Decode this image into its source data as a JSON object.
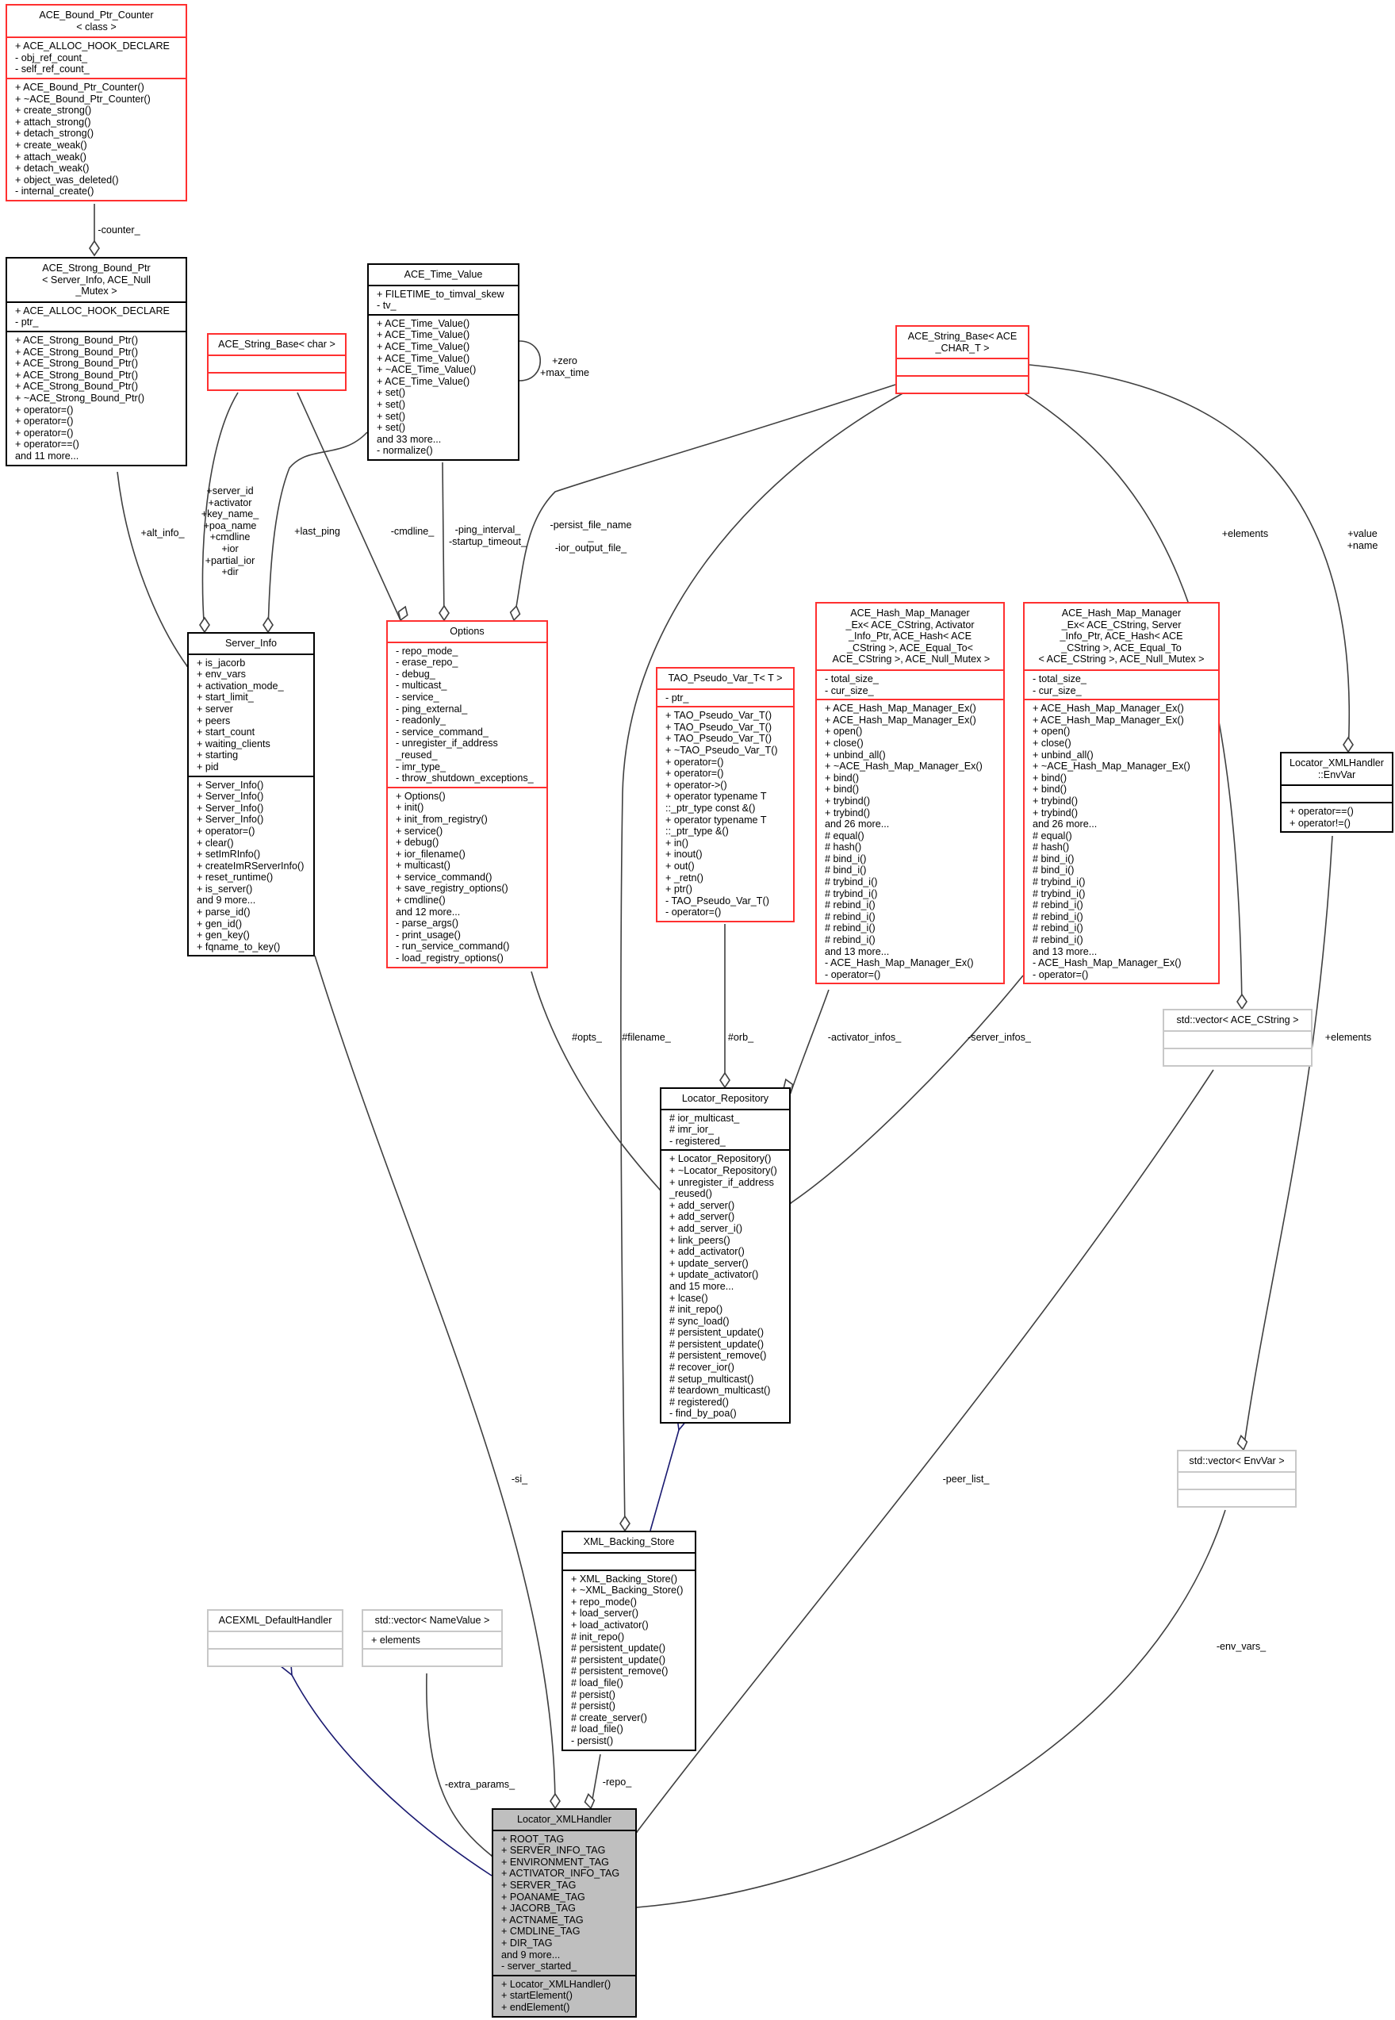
{
  "boxes": {
    "bound_ptr_counter": {
      "title": [
        "ACE_Bound_Ptr_Counter",
        "< class >"
      ],
      "style": "red",
      "attributes": [
        "+ ACE_ALLOC_HOOK_DECLARE",
        "- obj_ref_count_",
        "- self_ref_count_"
      ],
      "methods": [
        "+ ACE_Bound_Ptr_Counter()",
        "+ ~ACE_Bound_Ptr_Counter()",
        "+ create_strong()",
        "+ attach_strong()",
        "+ detach_strong()",
        "+ create_weak()",
        "+ attach_weak()",
        "+ detach_weak()",
        "+ object_was_deleted()",
        "- internal_create()"
      ]
    },
    "strong_bound_ptr": {
      "title": [
        "ACE_Strong_Bound_Ptr",
        "< Server_Info, ACE_Null",
        "_Mutex >"
      ],
      "style": "black",
      "attributes": [
        "+ ACE_ALLOC_HOOK_DECLARE",
        "- ptr_"
      ],
      "methods": [
        "+ ACE_Strong_Bound_Ptr()",
        "+ ACE_Strong_Bound_Ptr()",
        "+ ACE_Strong_Bound_Ptr()",
        "+ ACE_Strong_Bound_Ptr()",
        "+ ACE_Strong_Bound_Ptr()",
        "+ ~ACE_Strong_Bound_Ptr()",
        "+ operator=()",
        "+ operator=()",
        "+ operator=()",
        "+ operator==()",
        "and 11 more..."
      ]
    },
    "string_base_char": {
      "title": [
        "ACE_String_Base< char >"
      ],
      "style": "red",
      "attributes": [],
      "methods": []
    },
    "time_value": {
      "title": [
        "ACE_Time_Value"
      ],
      "style": "black",
      "attributes": [
        "+ FILETIME_to_timval_skew",
        "- tv_"
      ],
      "methods": [
        "+ ACE_Time_Value()",
        "+ ACE_Time_Value()",
        "+ ACE_Time_Value()",
        "+ ACE_Time_Value()",
        "+ ~ACE_Time_Value()",
        "+ ACE_Time_Value()",
        "+ set()",
        "+ set()",
        "+ set()",
        "+ set()",
        "and 33 more...",
        "- normalize()"
      ]
    },
    "string_base_ace_char": {
      "title": [
        "ACE_String_Base< ACE",
        "_CHAR_T >"
      ],
      "style": "red",
      "attributes": [],
      "methods": []
    },
    "server_info": {
      "title": [
        "Server_Info"
      ],
      "style": "black",
      "attributes": [
        "+ is_jacorb",
        "+ env_vars",
        "+ activation_mode_",
        "+ start_limit_",
        "+ server",
        "+ peers",
        "+ start_count",
        "+ waiting_clients",
        "+ starting",
        "+ pid"
      ],
      "methods": [
        "+ Server_Info()",
        "+ Server_Info()",
        "+ Server_Info()",
        "+ Server_Info()",
        "+ operator=()",
        "+ clear()",
        "+ setImRInfo()",
        "+ createImRServerInfo()",
        "+ reset_runtime()",
        "+ is_server()",
        "and 9 more...",
        "+ parse_id()",
        "+ gen_id()",
        "+ gen_key()",
        "+ fqname_to_key()"
      ]
    },
    "options": {
      "title": [
        "Options"
      ],
      "style": "red",
      "attributes": [
        "- repo_mode_",
        "- erase_repo_",
        "- debug_",
        "- multicast_",
        "- service_",
        "- ping_external_",
        "- readonly_",
        "- service_command_",
        "- unregister_if_address",
        "_reused_",
        "- imr_type_",
        "- throw_shutdown_exceptions_"
      ],
      "methods": [
        "+ Options()",
        "+ init()",
        "+ init_from_registry()",
        "+ service()",
        "+ debug()",
        "+ ior_filename()",
        "+ multicast()",
        "+ service_command()",
        "+ save_registry_options()",
        "+ cmdline()",
        "and 12 more...",
        "- parse_args()",
        "- print_usage()",
        "- run_service_command()",
        "- load_registry_options()"
      ]
    },
    "tao_pseudo_var": {
      "title": [
        "TAO_Pseudo_Var_T< T >"
      ],
      "style": "red",
      "attributes": [
        "- ptr_"
      ],
      "methods": [
        "+ TAO_Pseudo_Var_T()",
        "+ TAO_Pseudo_Var_T()",
        "+ TAO_Pseudo_Var_T()",
        "+ ~TAO_Pseudo_Var_T()",
        "+ operator=()",
        "+ operator=()",
        "+ operator->()",
        "+ operator typename T",
        "::_ptr_type const &()",
        "+ operator typename T",
        "::_ptr_type &()",
        "+ in()",
        "+ inout()",
        "+ out()",
        "+ _retn()",
        "+ ptr()",
        "- TAO_Pseudo_Var_T()",
        "- operator=()"
      ]
    },
    "hash_map_activator": {
      "title": [
        "ACE_Hash_Map_Manager",
        "_Ex< ACE_CString, Activator",
        "_Info_Ptr, ACE_Hash< ACE",
        "_CString >, ACE_Equal_To<",
        " ACE_CString >, ACE_Null_Mutex >"
      ],
      "style": "red",
      "attributes": [
        "- total_size_",
        "- cur_size_"
      ],
      "methods": [
        "+ ACE_Hash_Map_Manager_Ex()",
        "+ ACE_Hash_Map_Manager_Ex()",
        "+ open()",
        "+ close()",
        "+ unbind_all()",
        "+ ~ACE_Hash_Map_Manager_Ex()",
        "+ bind()",
        "+ bind()",
        "+ trybind()",
        "+ trybind()",
        "and 26 more...",
        "# equal()",
        "# hash()",
        "# bind_i()",
        "# bind_i()",
        "# trybind_i()",
        "# trybind_i()",
        "# rebind_i()",
        "# rebind_i()",
        "# rebind_i()",
        "# rebind_i()",
        "and 13 more...",
        "- ACE_Hash_Map_Manager_Ex()",
        "- operator=()"
      ]
    },
    "hash_map_server": {
      "title": [
        "ACE_Hash_Map_Manager",
        "_Ex< ACE_CString, Server",
        "_Info_Ptr, ACE_Hash< ACE",
        "_CString >, ACE_Equal_To",
        "< ACE_CString >, ACE_Null_Mutex >"
      ],
      "style": "red",
      "attributes": [
        "- total_size_",
        "- cur_size_"
      ],
      "methods": [
        "+ ACE_Hash_Map_Manager_Ex()",
        "+ ACE_Hash_Map_Manager_Ex()",
        "+ open()",
        "+ close()",
        "+ unbind_all()",
        "+ ~ACE_Hash_Map_Manager_Ex()",
        "+ bind()",
        "+ bind()",
        "+ trybind()",
        "+ trybind()",
        "and 26 more...",
        "# equal()",
        "# hash()",
        "# bind_i()",
        "# bind_i()",
        "# trybind_i()",
        "# trybind_i()",
        "# rebind_i()",
        "# rebind_i()",
        "# rebind_i()",
        "# rebind_i()",
        "and 13 more...",
        "- ACE_Hash_Map_Manager_Ex()",
        "- operator=()"
      ]
    },
    "env_var": {
      "title": [
        "Locator_XMLHandler",
        "::EnvVar"
      ],
      "style": "black",
      "attributes": [],
      "methods": [
        "+ operator==()",
        "+ operator!=()"
      ]
    },
    "vector_cstring": {
      "title": [
        "std::vector< ACE_CString >"
      ],
      "style": "gray",
      "attributes": [],
      "methods": []
    },
    "locator_repository": {
      "title": [
        "Locator_Repository"
      ],
      "style": "black",
      "attributes": [
        "# ior_multicast_",
        "# imr_ior_",
        "- registered_"
      ],
      "methods": [
        "+ Locator_Repository()",
        "+ ~Locator_Repository()",
        "+ unregister_if_address",
        "_reused()",
        "+ add_server()",
        "+ add_server()",
        "+ add_server_i()",
        "+ link_peers()",
        "+ add_activator()",
        "+ update_server()",
        "+ update_activator()",
        "and 15 more...",
        "+ lcase()",
        "# init_repo()",
        "# sync_load()",
        "# persistent_update()",
        "# persistent_update()",
        "# persistent_remove()",
        "# recover_ior()",
        "# setup_multicast()",
        "# teardown_multicast()",
        "# registered()",
        "- find_by_poa()"
      ]
    },
    "vector_envvar": {
      "title": [
        "std::vector< EnvVar >"
      ],
      "style": "gray",
      "attributes": [],
      "methods": []
    },
    "xml_backing_store": {
      "title": [
        "XML_Backing_Store"
      ],
      "style": "black",
      "attributes": [],
      "methods": [
        "+ XML_Backing_Store()",
        "+ ~XML_Backing_Store()",
        "+ repo_mode()",
        "+ load_server()",
        "+ load_activator()",
        "# init_repo()",
        "# persistent_update()",
        "# persistent_update()",
        "# persistent_remove()",
        "# load_file()",
        "# persist()",
        "# persist()",
        "# create_server()",
        "# load_file()",
        "- persist()"
      ]
    },
    "acexml_default_handler": {
      "title": [
        "ACEXML_DefaultHandler"
      ],
      "style": "gray",
      "attributes": [],
      "methods": []
    },
    "vector_namevalue": {
      "title": [
        "std::vector< NameValue >"
      ],
      "style": "gray",
      "attributes": [
        "+ elements"
      ],
      "methods": []
    },
    "locator_xmlhandler": {
      "title": [
        "Locator_XMLHandler"
      ],
      "style": "focus",
      "attributes": [
        "+ ROOT_TAG",
        "+ SERVER_INFO_TAG",
        "+ ENVIRONMENT_TAG",
        "+ ACTIVATOR_INFO_TAG",
        "+ SERVER_TAG",
        "+ POANAME_TAG",
        "+ JACORB_TAG",
        "+ ACTNAME_TAG",
        "+ CMDLINE_TAG",
        "+ DIR_TAG",
        "and 9 more...",
        "- server_started_"
      ],
      "methods": [
        "+ Locator_XMLHandler()",
        "+ startElement()",
        "+ endElement()"
      ]
    }
  },
  "edges": [
    {
      "from": "bound_ptr_counter",
      "to": "strong_bound_ptr",
      "label": "-counter_",
      "kind": "usage"
    },
    {
      "from": "strong_bound_ptr",
      "to": "server_info",
      "label": "+alt_info_",
      "kind": "usage"
    },
    {
      "from": "string_base_char",
      "to": "server_info",
      "label": "+server_id\n+activator\n+key_name_\n+poa_name\n+cmdline\n+ior\n+partial_ior\n+dir",
      "kind": "usage"
    },
    {
      "from": "string_base_char",
      "to": "options",
      "label": "-cmdline_",
      "kind": "usage"
    },
    {
      "from": "time_value",
      "to": "server_info",
      "label": "+last_ping",
      "kind": "usage"
    },
    {
      "from": "time_value",
      "to": "options",
      "label": "-ping_interval_\n-startup_timeout_",
      "kind": "usage"
    },
    {
      "from": "time_value",
      "to": "time_value",
      "label": "+zero\n+max_time",
      "kind": "usage"
    },
    {
      "from": "string_base_ace_char",
      "to": "options",
      "label": "-persist_file_name\n_\n-ior_output_file_",
      "kind": "usage"
    },
    {
      "from": "string_base_ace_char",
      "to": "xml_backing_store",
      "label": "#filename_",
      "kind": "usage"
    },
    {
      "from": "string_base_ace_char",
      "to": "vector_cstring",
      "label": "+elements",
      "kind": "usage"
    },
    {
      "from": "string_base_ace_char",
      "to": "env_var",
      "label": "+value\n+name",
      "kind": "usage"
    },
    {
      "from": "options",
      "to": "locator_repository",
      "label": "#opts_",
      "kind": "usage"
    },
    {
      "from": "tao_pseudo_var",
      "to": "locator_repository",
      "label": "#orb_",
      "kind": "usage"
    },
    {
      "from": "hash_map_activator",
      "to": "locator_repository",
      "label": "-activator_infos_",
      "kind": "usage"
    },
    {
      "from": "hash_map_server",
      "to": "locator_repository",
      "label": "-server_infos_",
      "kind": "usage"
    },
    {
      "from": "xml_backing_store",
      "to": "locator_repository",
      "label": "",
      "kind": "inheritance"
    },
    {
      "from": "server_info",
      "to": "locator_xmlhandler",
      "label": "-si_",
      "kind": "usage"
    },
    {
      "from": "vector_cstring",
      "to": "locator_xmlhandler",
      "label": "-peer_list_",
      "kind": "usage"
    },
    {
      "from": "vector_envvar",
      "to": "locator_xmlhandler",
      "label": "-env_vars_",
      "kind": "usage"
    },
    {
      "from": "env_var",
      "to": "vector_envvar",
      "label": "+elements",
      "kind": "usage"
    },
    {
      "from": "xml_backing_store",
      "to": "locator_xmlhandler",
      "label": "-repo_",
      "kind": "usage"
    },
    {
      "from": "vector_namevalue",
      "to": "locator_xmlhandler",
      "label": "-extra_params_",
      "kind": "usage"
    },
    {
      "from": "locator_xmlhandler",
      "to": "acexml_default_handler",
      "label": "",
      "kind": "inheritance"
    }
  ],
  "colors": {
    "usage_edge": "#404040",
    "inheritance_edge": "#191970",
    "missing_border": "#ff3030",
    "focus_fill": "#bfbfbf"
  }
}
